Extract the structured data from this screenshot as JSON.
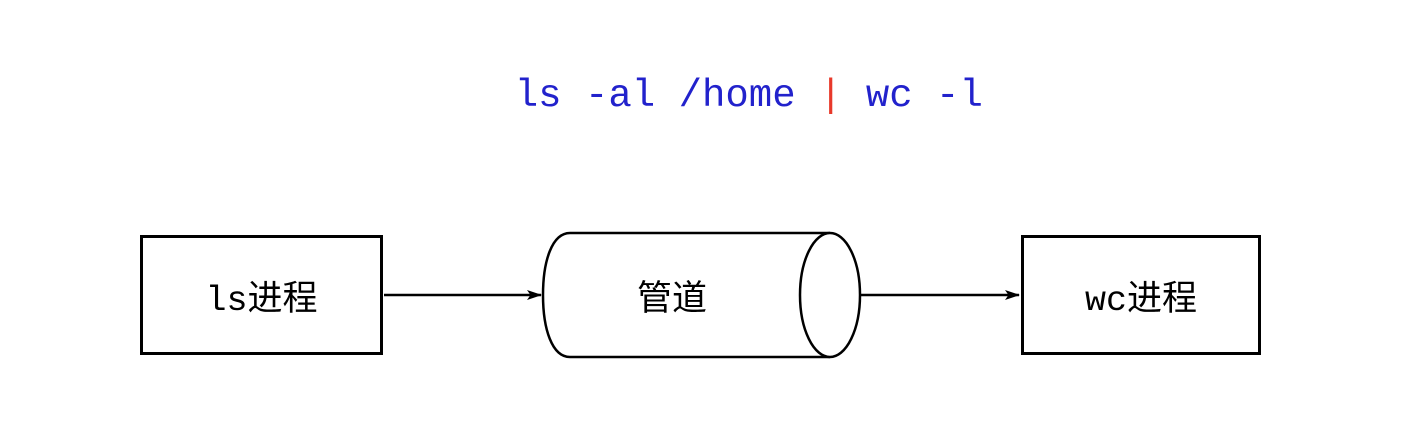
{
  "page": {
    "background_color": "#ffffff"
  },
  "command": {
    "full": "ls -al /home | wc -l",
    "left": "ls -al /home ",
    "pipe": "|",
    "right": " wc -l",
    "text_color": "#2222cc",
    "pipe_color": "#e8392a"
  },
  "diagram": {
    "stroke_color": "#000000",
    "nodes": [
      {
        "id": "ls-process",
        "shape": "rectangle",
        "label": "ls进程"
      },
      {
        "id": "pipe",
        "shape": "cylinder",
        "label": "管道"
      },
      {
        "id": "wc-process",
        "shape": "rectangle",
        "label": "wc进程"
      }
    ],
    "edges": [
      {
        "from": "ls-process",
        "to": "pipe",
        "direction": "right"
      },
      {
        "from": "pipe",
        "to": "wc-process",
        "direction": "right"
      }
    ]
  }
}
